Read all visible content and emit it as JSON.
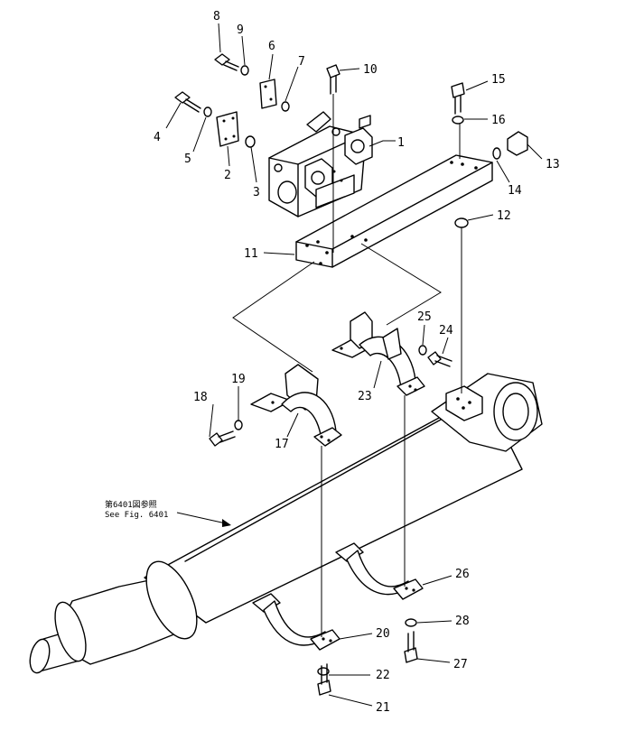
{
  "figure_reference": {
    "japanese": "第6401図参照",
    "english": "See Fig. 6401"
  },
  "callouts": [
    "1",
    "2",
    "3",
    "4",
    "5",
    "6",
    "7",
    "8",
    "9",
    "10",
    "11",
    "12",
    "13",
    "14",
    "15",
    "16",
    "17",
    "18",
    "19",
    "20",
    "21",
    "22",
    "23",
    "24",
    "25",
    "26",
    "27",
    "28"
  ]
}
